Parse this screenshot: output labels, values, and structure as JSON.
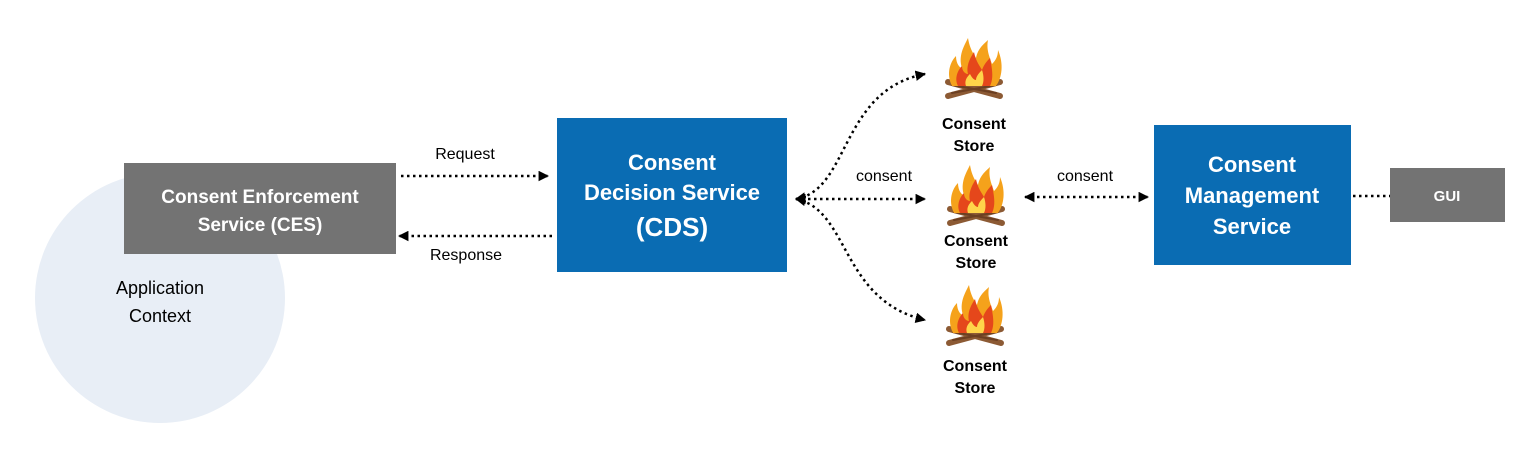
{
  "colors": {
    "blue_box": "#0a6cb3",
    "gray_box": "#737373",
    "context_circle": "#e8eef6",
    "flame_outer": "#f5a21b",
    "flame_inner": "#e5471b",
    "logs": "#8c5a34"
  },
  "app_context": {
    "line1": "Application",
    "line2": "Context"
  },
  "ces": {
    "line1": "Consent Enforcement",
    "line2": "Service (CES)"
  },
  "cds": {
    "line1": "Consent",
    "line2": "Decision Service",
    "line3": "(CDS)"
  },
  "cms": {
    "line1": "Consent",
    "line2": "Management",
    "line3": "Service"
  },
  "gui": {
    "label": "GUI"
  },
  "edges": {
    "request": "Request",
    "response": "Response",
    "consent_left": "consent",
    "consent_right": "consent"
  },
  "stores": [
    {
      "line1": "Consent",
      "line2": "Store",
      "icon": "campfire-icon"
    },
    {
      "line1": "Consent",
      "line2": "Store",
      "icon": "campfire-icon"
    },
    {
      "line1": "Consent",
      "line2": "Store",
      "icon": "campfire-icon"
    }
  ]
}
